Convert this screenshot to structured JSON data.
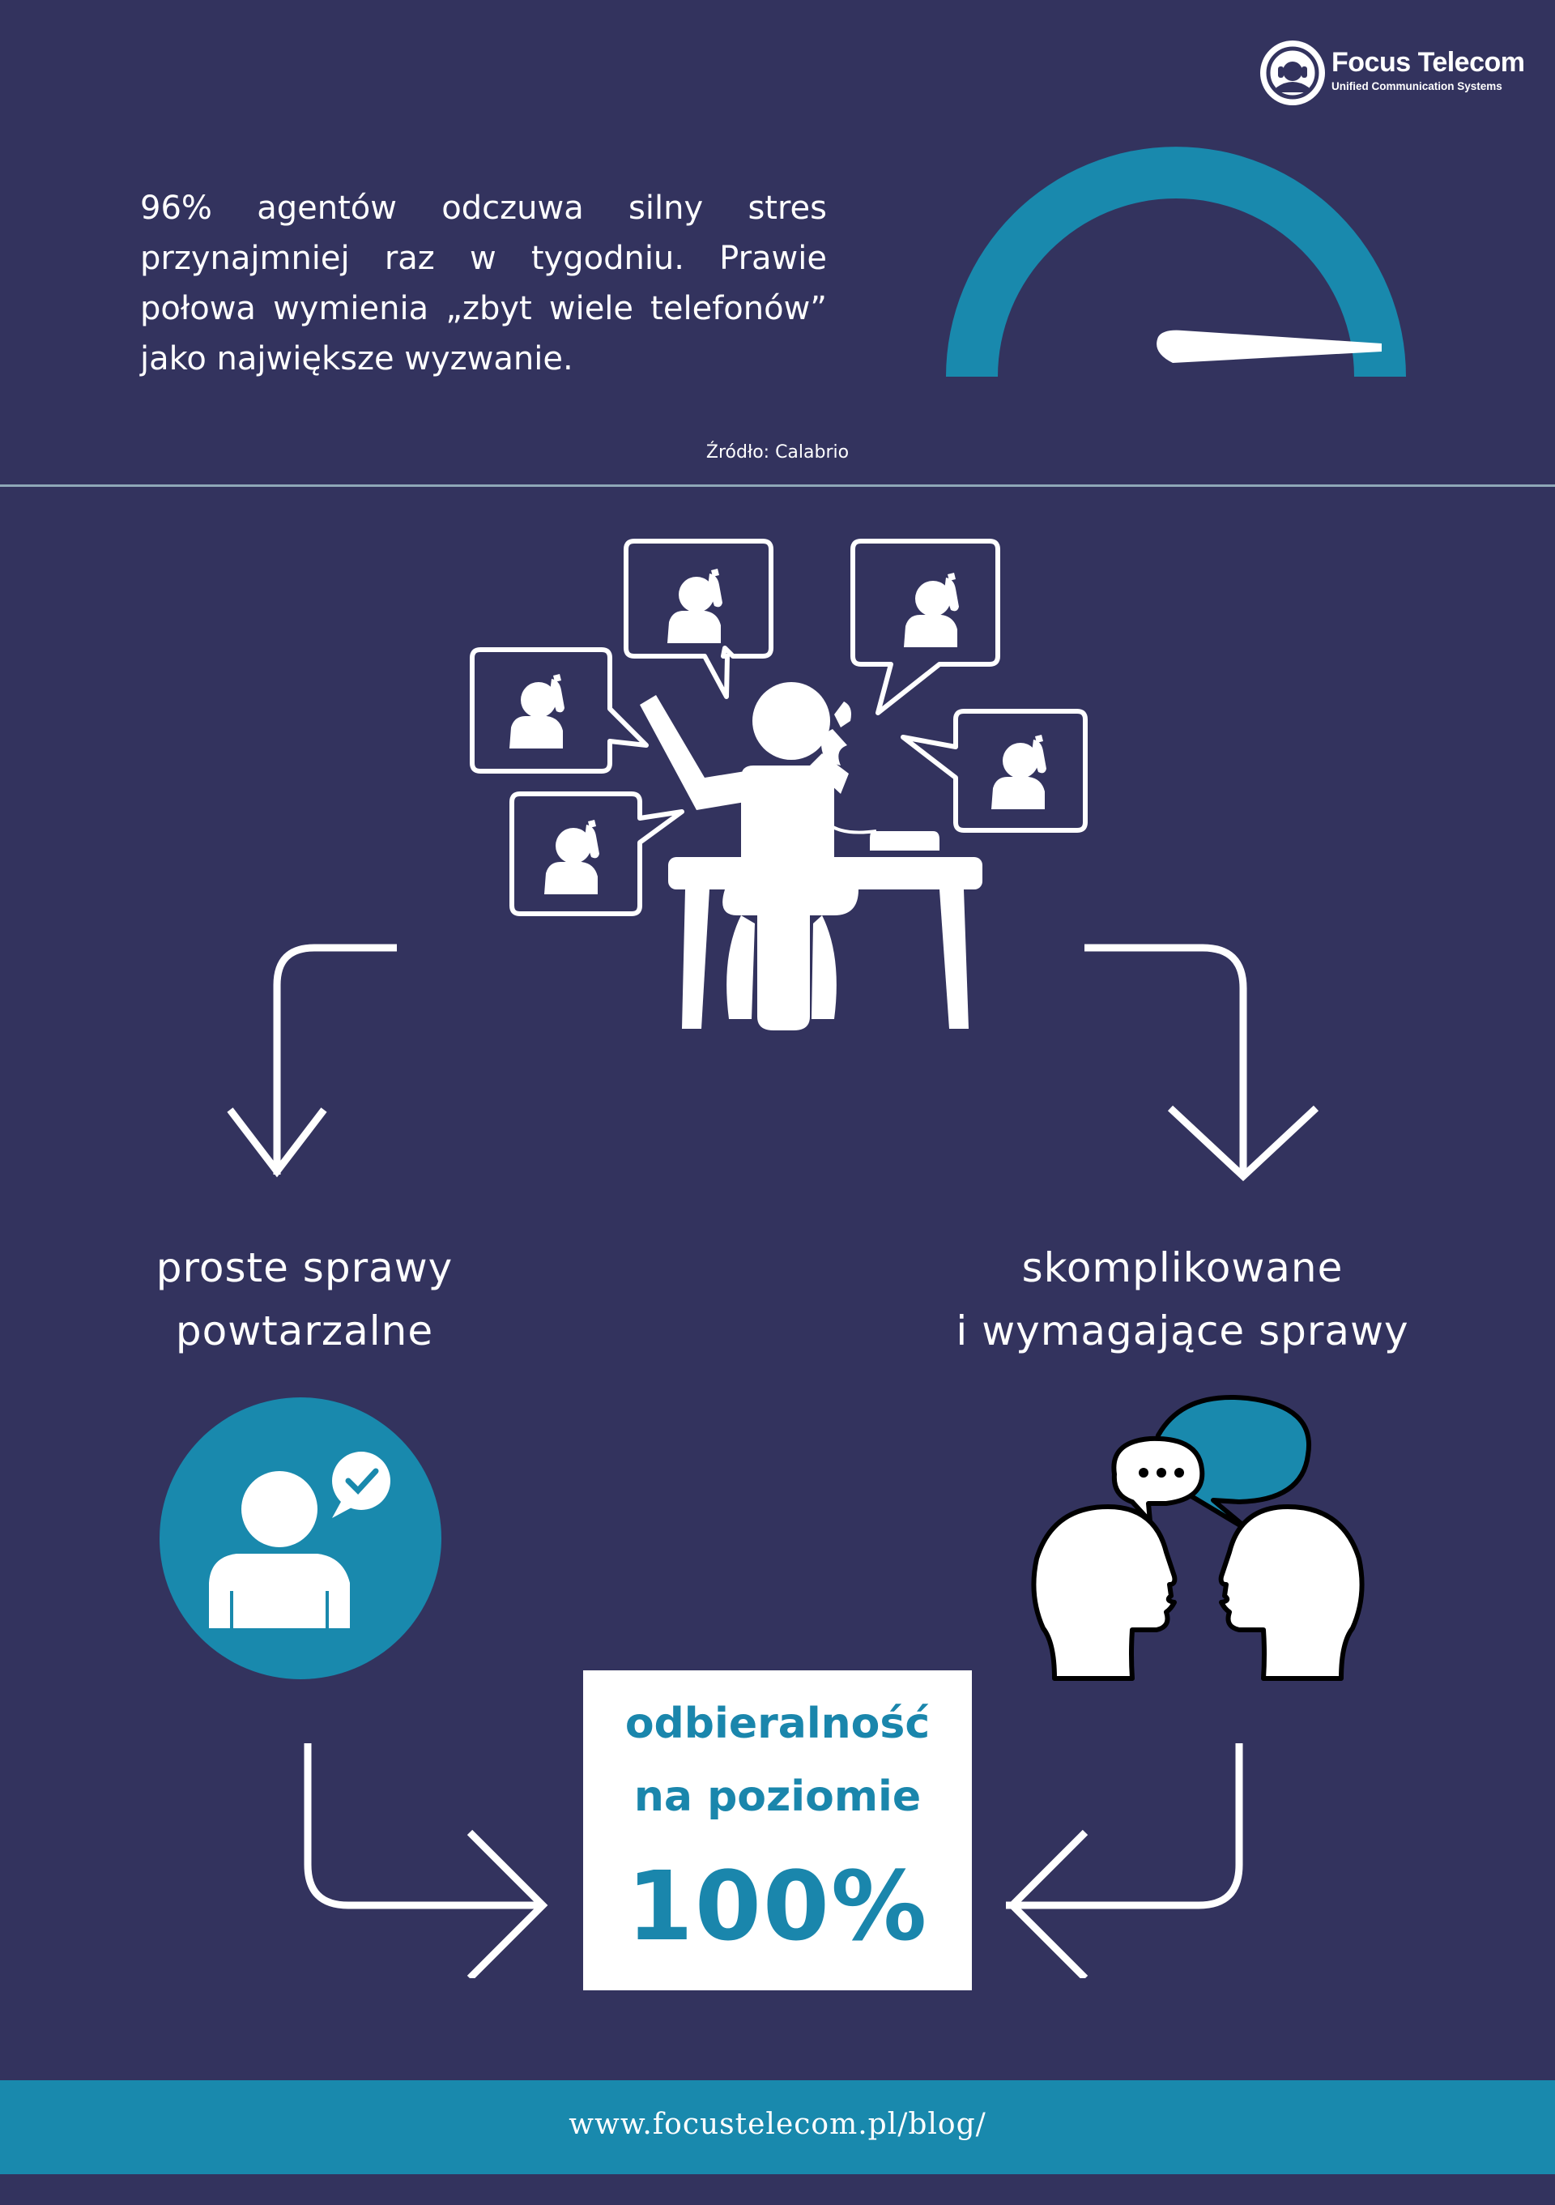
{
  "brand": {
    "name": "Focus Telecom",
    "tagline": "Unified Communication Systems",
    "icon": "headset-logo-icon"
  },
  "stat": {
    "text": "96% agentów odczuwa silny stres przynajmniej raz w tygodniu. Prawie połowa wymienia „zbyt wiele telefonów” jako największe wyzwanie.",
    "gauge_level": 0.96,
    "source": "Źródło: Calabrio"
  },
  "flow": {
    "left_label_1": "proste sprawy",
    "left_label_2": "powtarzalne",
    "right_label_1": "skomplikowane",
    "right_label_2": "i wymagające sprawy"
  },
  "result": {
    "line1": "odbieralność",
    "line2": "na poziomie",
    "percent": "100%"
  },
  "footer": {
    "url": "www.focustelecom.pl/blog/"
  },
  "colors": {
    "background": "#33335e",
    "accent": "#1989ad",
    "text": "#ffffff"
  }
}
